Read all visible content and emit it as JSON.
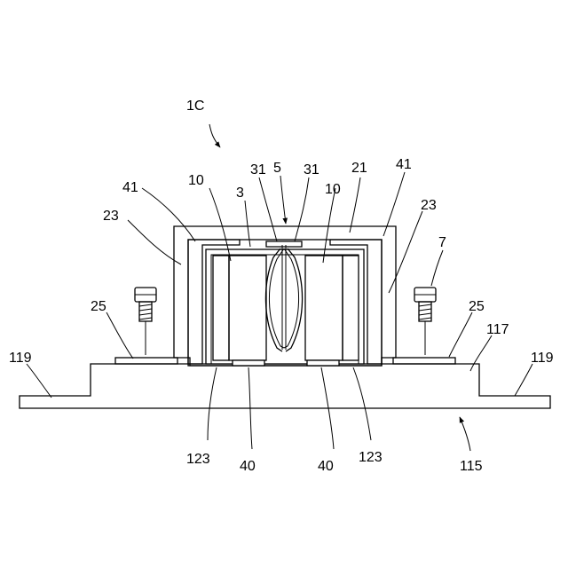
{
  "labels": {
    "assembly": "1C",
    "frame": "5",
    "outer_cover": "21",
    "side_wall_left": "23",
    "side_wall_right": "23",
    "inner_left": "41",
    "inner_right": "41",
    "magnet_left": "10",
    "magnet_right": "10",
    "holder": "3",
    "spring_left": "31",
    "spring_right": "31",
    "screw": "7",
    "flange_left": "25",
    "flange_right": "25",
    "boss": "117",
    "plate_left": "119",
    "plate_right": "119",
    "groove_left": "123",
    "groove_right": "123",
    "base_left": "40",
    "base_right": "40",
    "base_plate": "115"
  }
}
